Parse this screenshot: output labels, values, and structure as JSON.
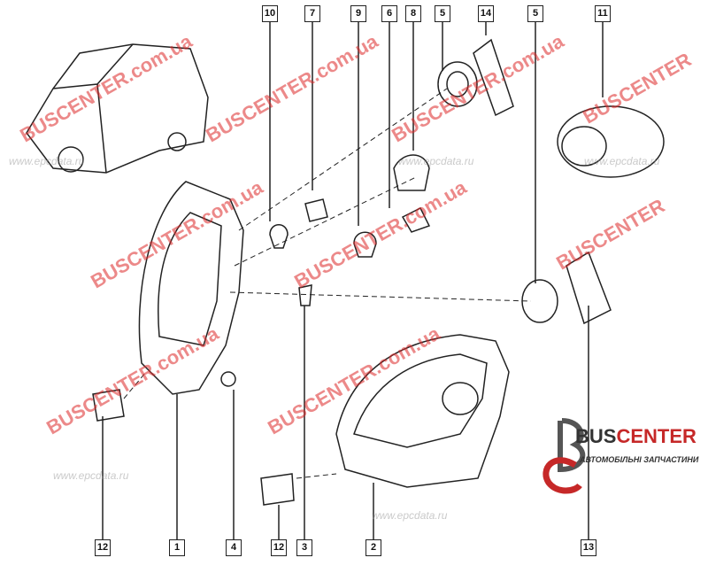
{
  "callouts_top": [
    "10",
    "7",
    "9",
    "6",
    "8",
    "5",
    "14",
    "5",
    "11"
  ],
  "callouts_bottom": [
    "12",
    "1",
    "4",
    "12",
    "3",
    "2",
    "13"
  ],
  "watermarks": {
    "brand": "BUSCENTER",
    "domain": "BUSCENTER.com.ua",
    "domain_short": ".com.ua",
    "site": "www.epcdata.ru"
  },
  "logo": {
    "bus": "BUS",
    "center": "CENTER",
    "tagline": "АВТОМОБІЛЬНІ ЗАПЧАСТИНИ"
  },
  "colors": {
    "watermark": "#dc2828",
    "line": "#222222"
  }
}
